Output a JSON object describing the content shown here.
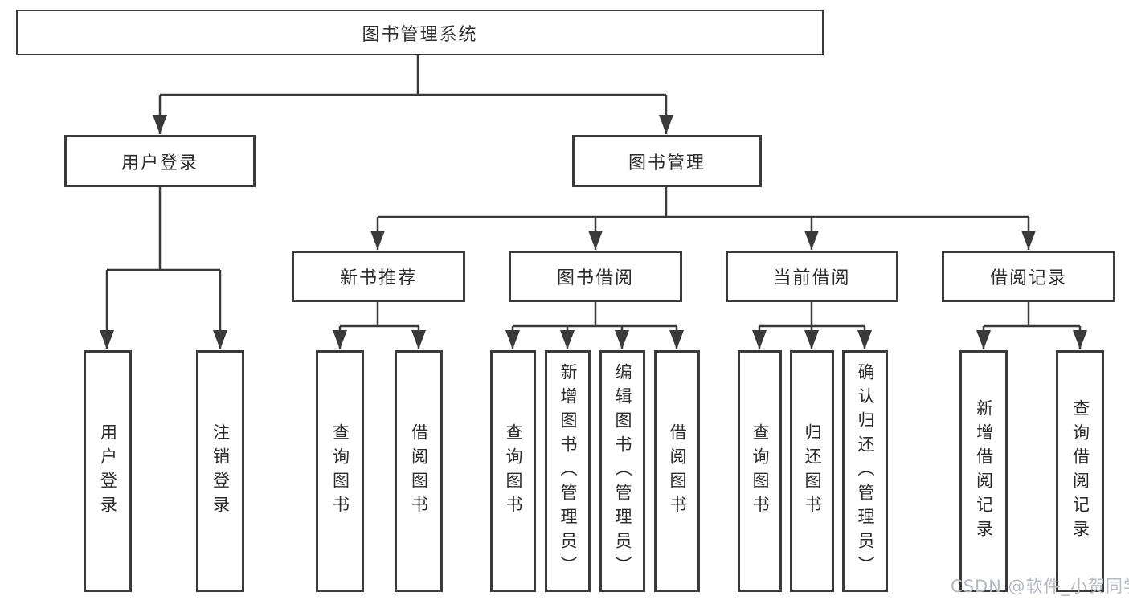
{
  "diagram": {
    "root": {
      "label": "图书管理系统"
    },
    "level2": [
      {
        "label": "用户登录"
      },
      {
        "label": "图书管理"
      }
    ],
    "level3": [
      {
        "label": "新书推荐"
      },
      {
        "label": "图书借阅"
      },
      {
        "label": "当前借阅"
      },
      {
        "label": "借阅记录"
      }
    ],
    "leaves": [
      {
        "label": "用户登录"
      },
      {
        "label": "注销登录"
      },
      {
        "label": "查询图书"
      },
      {
        "label": "借阅图书"
      },
      {
        "label": "查询图书"
      },
      {
        "label": "新增图书（管理员）"
      },
      {
        "label": "编辑图书（管理员）"
      },
      {
        "label": "借阅图书"
      },
      {
        "label": "查询图书"
      },
      {
        "label": "归还图书"
      },
      {
        "label": "确认归还（管理员）"
      },
      {
        "label": "新增借阅记录"
      },
      {
        "label": "查询借阅记录"
      }
    ]
  },
  "watermark": {
    "text": "CSDN @软件_小贺同学"
  },
  "colors": {
    "line": "#3a3a3a",
    "text": "#2b2b2b",
    "box_background": "#ffffff",
    "watermark": "#b4bac1"
  }
}
